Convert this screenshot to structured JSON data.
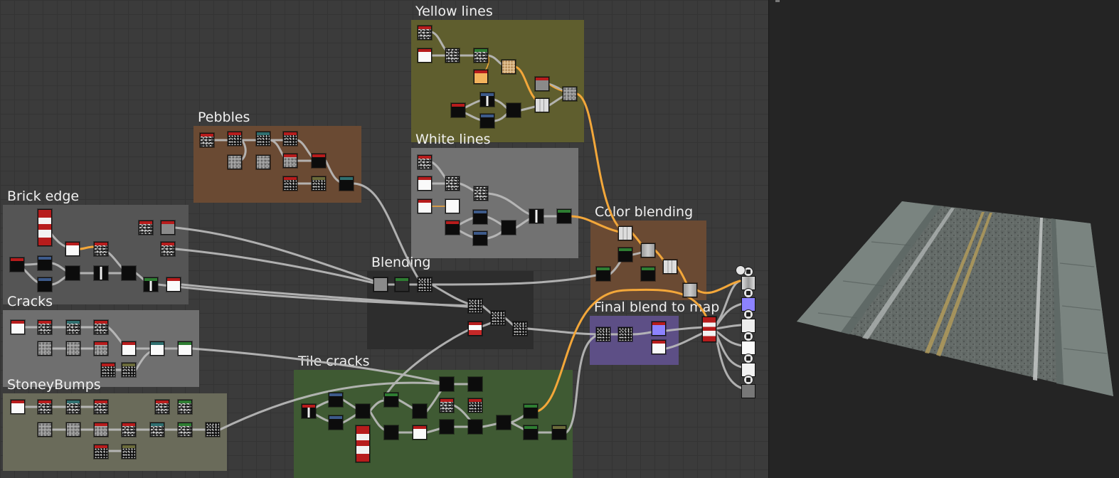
{
  "graph": {
    "frames": [
      {
        "id": "yellow",
        "title": "Yellow lines",
        "color": "#5f5e2e"
      },
      {
        "id": "pebbles",
        "title": "Pebbles",
        "color": "#6a4a33"
      },
      {
        "id": "white",
        "title": "White lines",
        "color": "#727272"
      },
      {
        "id": "brick",
        "title": "Brick edge",
        "color": "#555555"
      },
      {
        "id": "colorblend",
        "title": "Color blending",
        "color": "#6a4a33"
      },
      {
        "id": "blending",
        "title": "Blending",
        "color": "#2d2d2d"
      },
      {
        "id": "cracks",
        "title": "Cracks",
        "color": "#6f6f6f"
      },
      {
        "id": "finalblend",
        "title": "Final blend to map",
        "color": "#5d4f86"
      },
      {
        "id": "tilecracks",
        "title": "Tile cracks",
        "color": "#3f5a33"
      },
      {
        "id": "stoney",
        "title": "StoneyBumps",
        "color": "#6a6b5a"
      }
    ],
    "colors": {
      "wire_default": "#bdbdbd",
      "wire_highlight": "#f3a73a",
      "header_red": "#b71c1c",
      "header_blue": "#3d5a8a",
      "header_green": "#2e7d32",
      "header_teal": "#2f6f6f",
      "header_olive": "#6b6b3a",
      "header_gray": "#8a8a8a"
    }
  },
  "viewport": {
    "label": "3D view",
    "preview_description": "road material"
  }
}
